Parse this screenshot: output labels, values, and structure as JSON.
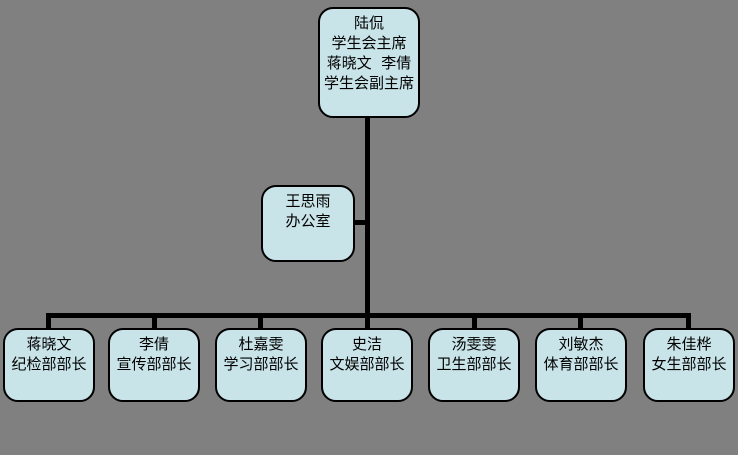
{
  "colors": {
    "background": "#808080",
    "node_fill": "#C9E4E9",
    "node_border": "#000000",
    "connector": "#000000"
  },
  "diagram": {
    "type": "organization-chart",
    "nodes": {
      "president": {
        "lines": [
          "陆侃",
          "学生会主席",
          "蒋晓文  李倩",
          "学生会副主席"
        ]
      },
      "office": {
        "lines": [
          "王思雨",
          "办公室"
        ]
      },
      "departments": [
        {
          "lines": [
            "蒋晓文",
            "纪检部部长"
          ]
        },
        {
          "lines": [
            "李倩",
            "宣传部部长"
          ]
        },
        {
          "lines": [
            "杜嘉雯",
            "学习部部长"
          ]
        },
        {
          "lines": [
            "史洁",
            "文娱部部长"
          ]
        },
        {
          "lines": [
            "汤雯雯",
            "卫生部部长"
          ]
        },
        {
          "lines": [
            "刘敏杰",
            "体育部部长"
          ]
        },
        {
          "lines": [
            "朱佳桦",
            "女生部部长"
          ]
        }
      ]
    }
  }
}
